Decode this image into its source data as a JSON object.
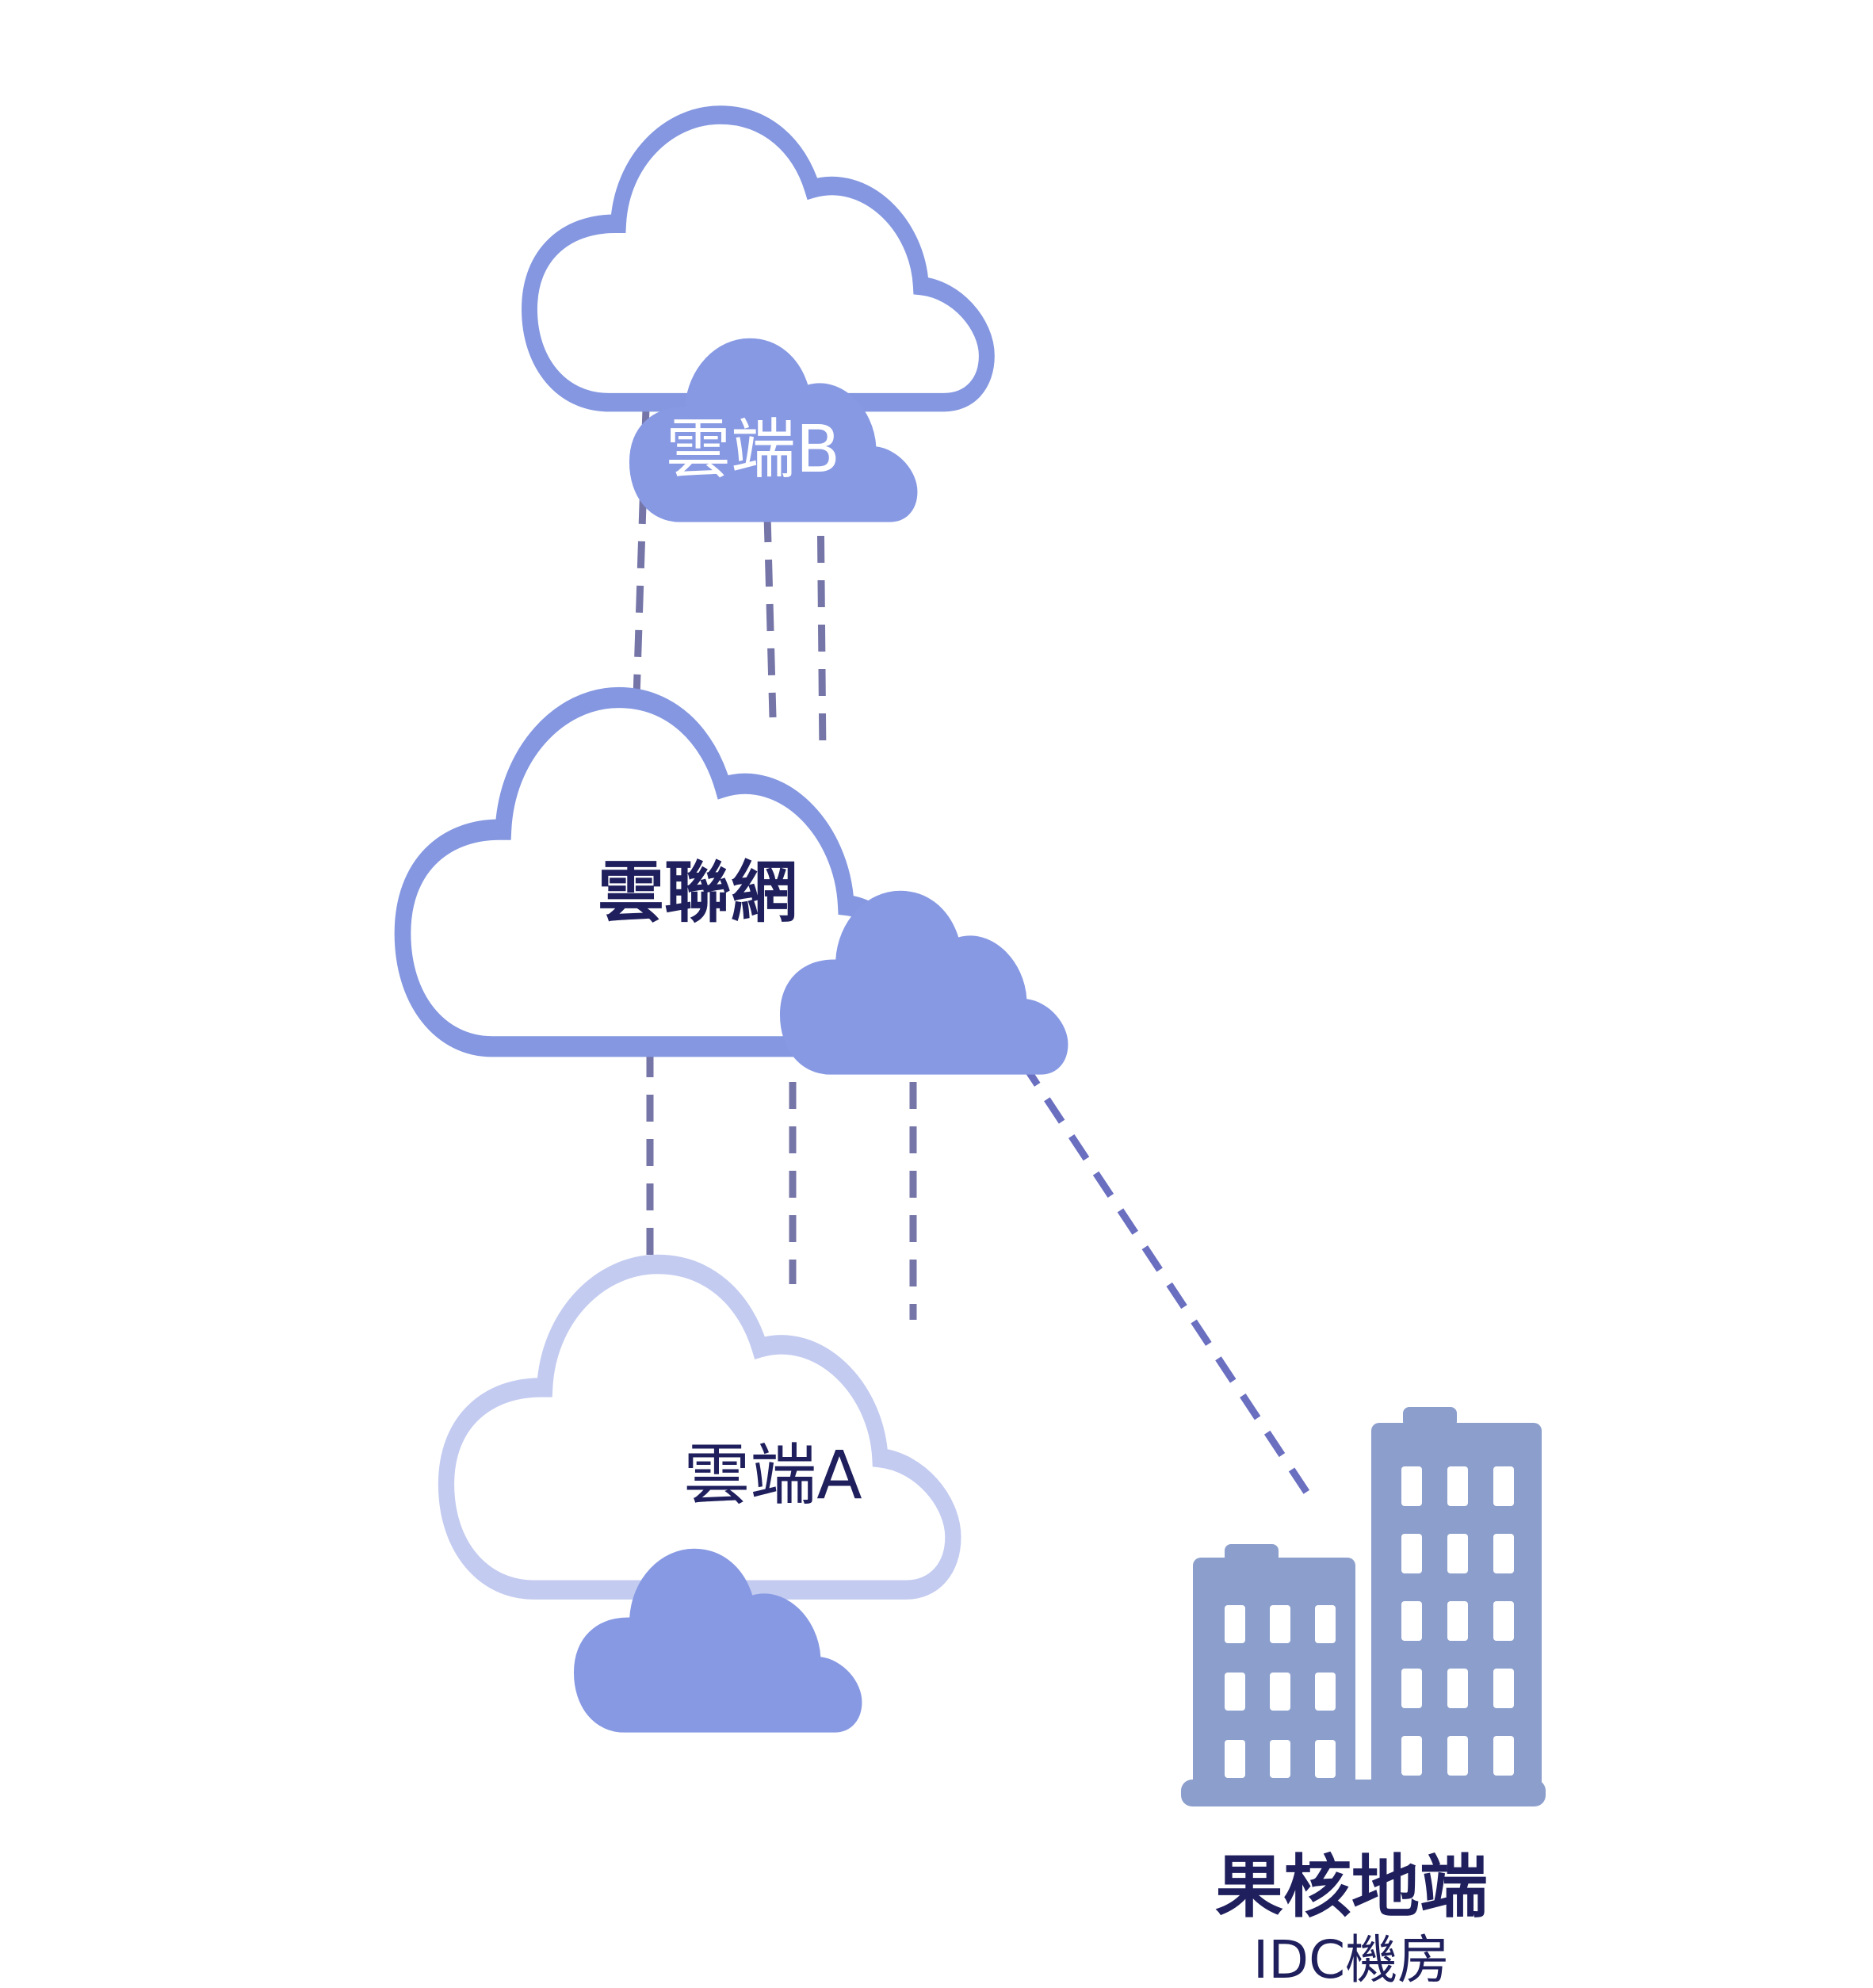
{
  "nodes": {
    "cloud_b": {
      "label": "雲端B"
    },
    "cloud_network": {
      "label": "雲聯網"
    },
    "cloud_a": {
      "label": "雲端A"
    },
    "idc": {
      "title": "果核地端",
      "subtitle": "IDC機房"
    }
  },
  "colors": {
    "cloud_outline": "#8497e0",
    "cloud_outline_light": "#c3cbf0",
    "cloud_fill": "#8799e3",
    "dashed_link": "#7575a8",
    "dashed_link_idc": "#6a6fc0",
    "building_fill": "#8c9fcc",
    "label_dark": "#1e1f5c",
    "label_light": "#ffffff"
  }
}
